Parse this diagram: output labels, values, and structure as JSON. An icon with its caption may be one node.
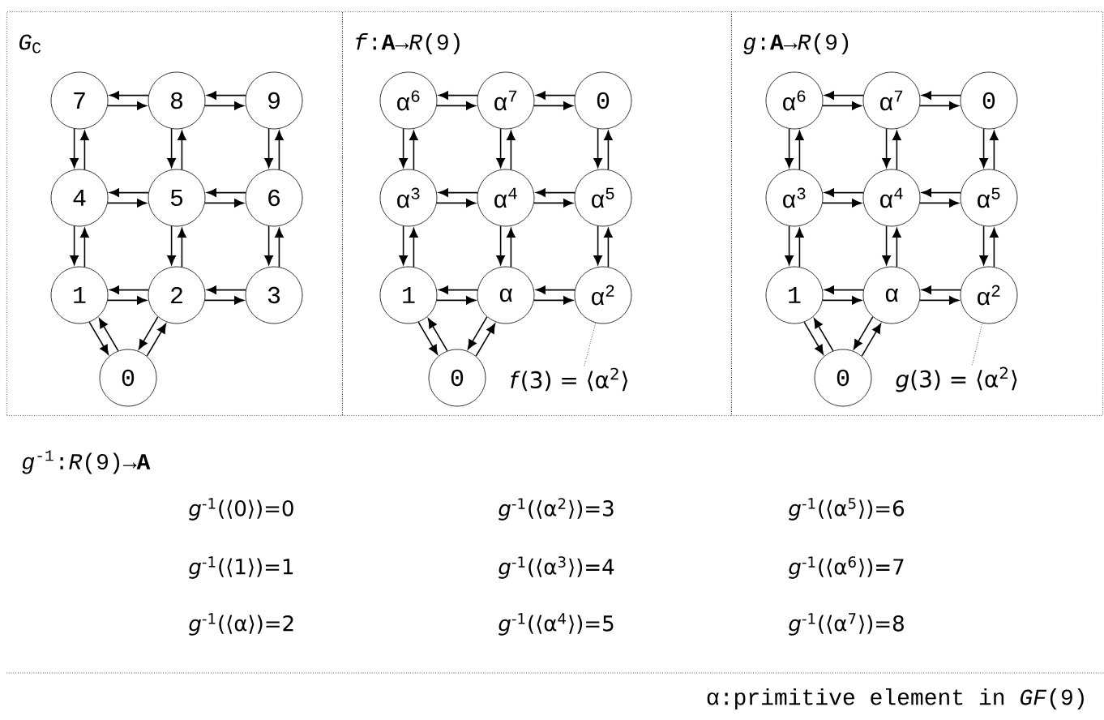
{
  "diagram": {
    "nodes": [
      {
        "text": [
          "*G*$_{C}$"
        ]
      },
      {
        "text": [
          "7"
        ],
        "in": 0
      },
      {
        "text": [
          "8"
        ],
        "in": 0
      },
      {
        "text": [
          "9"
        ],
        "in": 0
      },
      {
        "text": [
          "4"
        ],
        "in": 0
      },
      {
        "text": [
          "5"
        ],
        "in": 0
      },
      {
        "text": [
          "6"
        ],
        "in": 0
      },
      {
        "text": [
          "1"
        ],
        "in": 0
      },
      {
        "text": [
          "2"
        ],
        "in": 0
      },
      {
        "text": [
          "3"
        ],
        "in": 0
      },
      {
        "text": [
          "0"
        ],
        "in": 0
      },
      {
        "text": [
          "*f*:**A**→*R*(9)"
        ]
      },
      {
        "text": [
          "α$^{6}$"
        ],
        "in": 11
      },
      {
        "text": [
          "α$^{7}$"
        ],
        "in": 11
      },
      {
        "text": [
          "0"
        ],
        "in": 11
      },
      {
        "text": [
          "α$^{3}$"
        ],
        "in": 11
      },
      {
        "text": [
          "α$^{4}$"
        ],
        "in": 11
      },
      {
        "text": [
          "α$^{5}$"
        ],
        "in": 11
      },
      {
        "text": [
          "1"
        ],
        "in": 11
      },
      {
        "text": [
          "α"
        ],
        "in": 11
      },
      {
        "text": [
          "α$^{2}$"
        ],
        "in": 11
      },
      {
        "text": [
          "0"
        ],
        "in": 11
      },
      {
        "text": [
          "*f*(3) = ⟨α$^{2}$⟩"
        ],
        "in": 11
      },
      {
        "text": [
          "*g*:**A**→*R*(9)"
        ]
      },
      {
        "text": [
          "α$^{6}$"
        ],
        "in": 23
      },
      {
        "text": [
          "α$^{7}$"
        ],
        "in": 23
      },
      {
        "text": [
          "0"
        ],
        "in": 23
      },
      {
        "text": [
          "α$^{3}$"
        ],
        "in": 23
      },
      {
        "text": [
          "α$^{4}$"
        ],
        "in": 23
      },
      {
        "text": [
          "α$^{5}$"
        ],
        "in": 23
      },
      {
        "text": [
          "1"
        ],
        "in": 23
      },
      {
        "text": [
          "α"
        ],
        "in": 23
      },
      {
        "text": [
          "α$^{2}$"
        ],
        "in": 23
      },
      {
        "text": [
          "0"
        ],
        "in": 23
      },
      {
        "text": [
          "*g*(3) = ⟨α$^{2}$⟩"
        ],
        "in": 23
      }
    ],
    "edges": [
      {
        "from": 1,
        "to": 2,
        "arrow": "to"
      },
      {
        "from": 2,
        "to": 1,
        "arrow": "to"
      },
      {
        "from": 2,
        "to": 3,
        "arrow": "to"
      },
      {
        "from": 3,
        "to": 2,
        "arrow": "to"
      },
      {
        "from": 4,
        "to": 5,
        "arrow": "to"
      },
      {
        "from": 5,
        "to": 4,
        "arrow": "to"
      },
      {
        "from": 5,
        "to": 6,
        "arrow": "to"
      },
      {
        "from": 6,
        "to": 5,
        "arrow": "to"
      },
      {
        "from": 7,
        "to": 8,
        "arrow": "to"
      },
      {
        "from": 8,
        "to": 7,
        "arrow": "to"
      },
      {
        "from": 8,
        "to": 9,
        "arrow": "to"
      },
      {
        "from": 9,
        "to": 8,
        "arrow": "to"
      },
      {
        "from": 1,
        "to": 4,
        "arrow": "to"
      },
      {
        "from": 4,
        "to": 1,
        "arrow": "to"
      },
      {
        "from": 4,
        "to": 7,
        "arrow": "to"
      },
      {
        "from": 7,
        "to": 4,
        "arrow": "to"
      },
      {
        "from": 2,
        "to": 5,
        "arrow": "to"
      },
      {
        "from": 5,
        "to": 2,
        "arrow": "to"
      },
      {
        "from": 5,
        "to": 8,
        "arrow": "to"
      },
      {
        "from": 8,
        "to": 5,
        "arrow": "to"
      },
      {
        "from": 3,
        "to": 6,
        "arrow": "to"
      },
      {
        "from": 6,
        "to": 3,
        "arrow": "to"
      },
      {
        "from": 6,
        "to": 9,
        "arrow": "to"
      },
      {
        "from": 9,
        "to": 6,
        "arrow": "to"
      },
      {
        "from": 7,
        "to": 10,
        "arrow": "to"
      },
      {
        "from": 10,
        "to": 7,
        "arrow": "to"
      },
      {
        "from": 8,
        "to": 10,
        "arrow": "to"
      },
      {
        "from": 10,
        "to": 8,
        "arrow": "to"
      },
      {
        "from": 12,
        "to": 13,
        "arrow": "to"
      },
      {
        "from": 13,
        "to": 12,
        "arrow": "to"
      },
      {
        "from": 13,
        "to": 14,
        "arrow": "to"
      },
      {
        "from": 14,
        "to": 13,
        "arrow": "to"
      },
      {
        "from": 15,
        "to": 16,
        "arrow": "to"
      },
      {
        "from": 16,
        "to": 15,
        "arrow": "to"
      },
      {
        "from": 16,
        "to": 17,
        "arrow": "to"
      },
      {
        "from": 17,
        "to": 16,
        "arrow": "to"
      },
      {
        "from": 18,
        "to": 19,
        "arrow": "to"
      },
      {
        "from": 19,
        "to": 18,
        "arrow": "to"
      },
      {
        "from": 19,
        "to": 20,
        "arrow": "to"
      },
      {
        "from": 20,
        "to": 19,
        "arrow": "to"
      },
      {
        "from": 12,
        "to": 15,
        "arrow": "to"
      },
      {
        "from": 15,
        "to": 12,
        "arrow": "to"
      },
      {
        "from": 15,
        "to": 18,
        "arrow": "to"
      },
      {
        "from": 18,
        "to": 15,
        "arrow": "to"
      },
      {
        "from": 13,
        "to": 16,
        "arrow": "to"
      },
      {
        "from": 16,
        "to": 13,
        "arrow": "to"
      },
      {
        "from": 16,
        "to": 19,
        "arrow": "to"
      },
      {
        "from": 19,
        "to": 16,
        "arrow": "to"
      },
      {
        "from": 14,
        "to": 17,
        "arrow": "to"
      },
      {
        "from": 17,
        "to": 14,
        "arrow": "to"
      },
      {
        "from": 17,
        "to": 20,
        "arrow": "to"
      },
      {
        "from": 20,
        "to": 17,
        "arrow": "to"
      },
      {
        "from": 18,
        "to": 21,
        "arrow": "to"
      },
      {
        "from": 21,
        "to": 18,
        "arrow": "to"
      },
      {
        "from": 19,
        "to": 21,
        "arrow": "to"
      },
      {
        "from": 21,
        "to": 19,
        "arrow": "to"
      },
      {
        "from": 22,
        "to": 20,
        "arrow": "none",
        "style": "dashed"
      },
      {
        "from": 24,
        "to": 25,
        "arrow": "to"
      },
      {
        "from": 25,
        "to": 24,
        "arrow": "to"
      },
      {
        "from": 25,
        "to": 26,
        "arrow": "to"
      },
      {
        "from": 26,
        "to": 25,
        "arrow": "to"
      },
      {
        "from": 27,
        "to": 28,
        "arrow": "to"
      },
      {
        "from": 28,
        "to": 27,
        "arrow": "to"
      },
      {
        "from": 28,
        "to": 29,
        "arrow": "to"
      },
      {
        "from": 29,
        "to": 28,
        "arrow": "to"
      },
      {
        "from": 30,
        "to": 31,
        "arrow": "to"
      },
      {
        "from": 31,
        "to": 30,
        "arrow": "to"
      },
      {
        "from": 31,
        "to": 32,
        "arrow": "to"
      },
      {
        "from": 32,
        "to": 31,
        "arrow": "to"
      },
      {
        "from": 24,
        "to": 27,
        "arrow": "to"
      },
      {
        "from": 27,
        "to": 24,
        "arrow": "to"
      },
      {
        "from": 27,
        "to": 30,
        "arrow": "to"
      },
      {
        "from": 30,
        "to": 27,
        "arrow": "to"
      },
      {
        "from": 25,
        "to": 28,
        "arrow": "to"
      },
      {
        "from": 28,
        "to": 25,
        "arrow": "to"
      },
      {
        "from": 28,
        "to": 31,
        "arrow": "to"
      },
      {
        "from": 31,
        "to": 28,
        "arrow": "to"
      },
      {
        "from": 26,
        "to": 29,
        "arrow": "to"
      },
      {
        "from": 29,
        "to": 26,
        "arrow": "to"
      },
      {
        "from": 29,
        "to": 32,
        "arrow": "to"
      },
      {
        "from": 32,
        "to": 29,
        "arrow": "to"
      },
      {
        "from": 30,
        "to": 33,
        "arrow": "to"
      },
      {
        "from": 33,
        "to": 30,
        "arrow": "to"
      },
      {
        "from": 31,
        "to": 33,
        "arrow": "to"
      },
      {
        "from": 33,
        "to": 31,
        "arrow": "to"
      },
      {
        "from": 34,
        "to": 32,
        "arrow": "none",
        "style": "dashed"
      }
    ],
    "labels": [
      "*g*$^{-1}$:*R*(9)→**A**",
      "*g*$^{-1}$(⟨0⟩)=0",
      "*g*$^{-1}$(⟨α$^{2}$⟩)=3",
      "*g*$^{-1}$(⟨α$^{5}$⟩)=6",
      "*g*$^{-1}$(⟨1⟩)=1",
      "*g*$^{-1}$(⟨α$^{3}$⟩)=4",
      "*g*$^{-1}$(⟨α$^{6}$⟩)=7",
      "*g*$^{-1}$(⟨α⟩)=2",
      "*g*$^{-1}$(⟨α$^{4}$⟩)=5",
      "*g*$^{-1}$(⟨α$^{7}$⟩)=8",
      "α:primitive element in *GF*(9)"
    ]
  }
}
